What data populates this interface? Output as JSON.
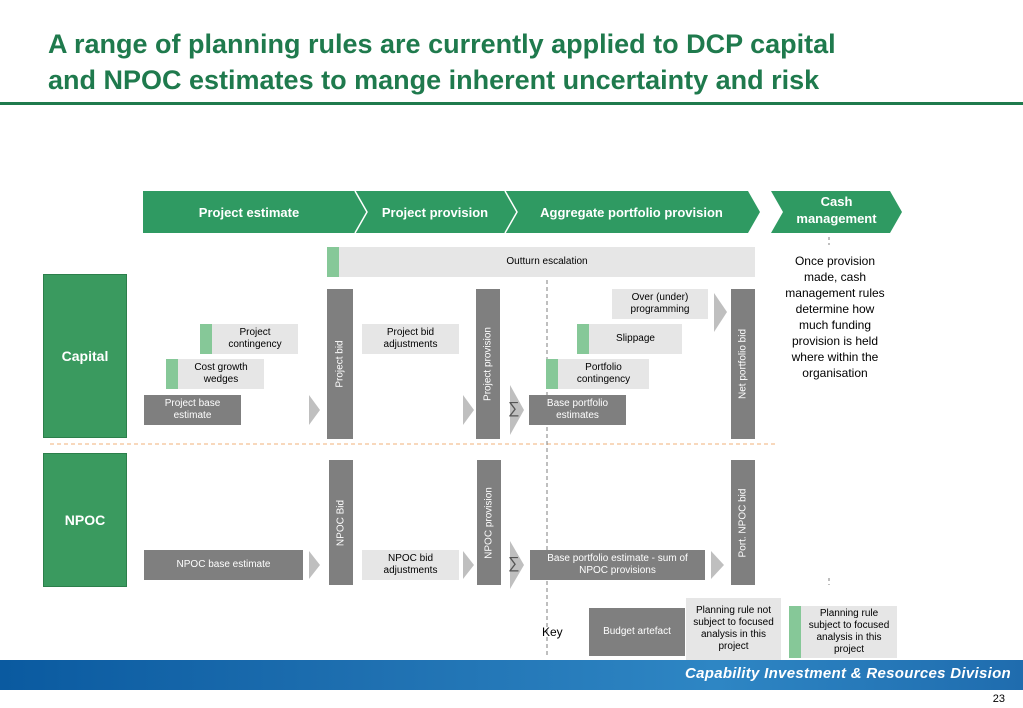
{
  "slide": {
    "title_line1": "A range of planning rules are currently applied to DCP capital",
    "title_line2": "and NPOC estimates to mange inherent uncertainty and risk",
    "page_number": "23",
    "footer": "Capability Investment & Resources Division"
  },
  "phases": {
    "project_estimate": "Project estimate",
    "project_provision": "Project provision",
    "aggregate": "Aggregate portfolio provision",
    "cash_line1": "Cash",
    "cash_line2": "management"
  },
  "rows": {
    "capital": "Capital",
    "npoc": "NPOC"
  },
  "capital": {
    "outturn": "Outturn escalation",
    "project_contingency": "Project contingency",
    "cost_growth": "Cost growth wedges",
    "project_base": "Project base estimate",
    "project_bid": "Project bid",
    "project_bid_adjustments": "Project bid adjustments",
    "project_provision": "Project provision",
    "over_under": "Over (under) programming",
    "slippage": "Slippage",
    "portfolio_contingency": "Portfolio contingency",
    "base_portfolio": "Base portfolio estimates",
    "net_portfolio_bid": "Net portfolio bid",
    "sigma": "∑"
  },
  "npoc": {
    "base_estimate": "NPOC base estimate",
    "bid": "NPOC Bid",
    "bid_adjustments": "NPOC bid adjustments",
    "provision": "NPOC provision",
    "base_portfolio": "Base portfolio estimate - sum of NPOC provisions",
    "port_bid": "Port. NPOC bid",
    "sigma": "∑"
  },
  "cash_note": "Once provision made, cash management rules determine how much funding provision is held where within the organisation",
  "key": {
    "label": "Key",
    "budget_artefact": "Budget artefact",
    "not_subject": "Planning rule not subject to focused analysis in this project",
    "subject": "Planning rule subject to focused analysis in this project"
  },
  "colors": {
    "brand_green": "#1f7a4d",
    "phase_green": "#2f9a62",
    "accent_green": "#86c898",
    "artefact_gray": "#7f7f7f",
    "rule_gray": "#e6e6e6",
    "footer_blue": "#1e6fb0"
  }
}
